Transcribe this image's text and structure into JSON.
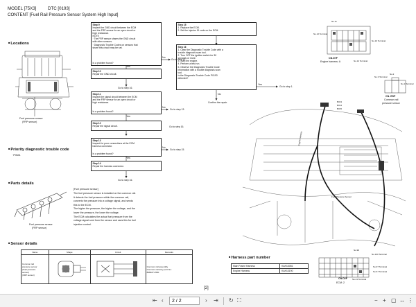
{
  "header": {
    "model": "MODEL [75X3]",
    "dtc": "DTC [0193]",
    "content": "CONTENT [Fuel Rail Pressure Sensor System High Input]"
  },
  "sections": {
    "locations": "Locations",
    "priority": "Priority diagnostic trouble code",
    "priority_code": "· P0641",
    "parts": "Parts details",
    "sensor": "Sensor details",
    "harness": "Harness part number"
  },
  "labels": {
    "fuel_sensor_loc": "Fuel pressure sensor",
    "fuel_sensor_loc2": "(FRP sensor)",
    "fuel_sensor_part": "Fuel pressure sensor",
    "fuel_sensor_part2": "(FRP sensor)",
    "page_number": "[2]",
    "cn_top_name": "CN.D7F",
    "cn_top_sub": "Engine harness: A",
    "cn_esp_name": "CN. ESP",
    "cn_esp_sub1": "Common rail",
    "cn_esp_sub2": "pressure sensor",
    "cn_ecm_name": "CN.D2F",
    "cn_ecm_sub": "ECM: 2",
    "term_no12": "No.12 Terminal",
    "term_no11": "No.11",
    "term_no10": "No.10 Terminal",
    "term_no14": "No.14 Terminal",
    "term_no3": "No.3 Terminal",
    "term_no2": "No.2",
    "term_no1": "No.1 Terminal",
    "term_no99": "No.99",
    "term_no100": "No.100 Terminal",
    "term_no97": "No.97 Terminal",
    "term_no67": "No.67 Terminal",
    "term_no41": "No.41 Terminal",
    "harness_engine": "Engine harness",
    "harness_rail": "Fuel Pressure Sensor",
    "harness_codes1": "B313",
    "harness_codes2": "B314",
    "harness_codes3": "B315"
  },
  "parts_text": {
    "title": "[Fuel pressure sensor]",
    "lines": [
      "The fuel pressure sensor is installed on the common rail.",
      "It detects the fuel pressure within the common rail,",
      "converts the pressure into a voltage signal, and sends",
      "this to the ECM.",
      "The higher the pressure, the higher the voltage, and the",
      "lower the pressure, the lower the voltage.",
      "The ECM calculates the actual fuel pressure from the",
      "voltage signal sent from the sensor and uses this for fuel",
      "injection control."
    ]
  },
  "flow": {
    "step9": {
      "title": "Step 9",
      "lines": [
        "Inspect the GND circuit between the ECM",
        "and the FRP sensor for an open circuit or",
        "high resistance.",
        "NOTE",
        "· The FRP sensor shares the GND circuit",
        "  with other sensors.",
        "· Diagnostic Trouble Codes on sensors that",
        "  share this circuit may be set."
      ],
      "q": "Is a problem found?"
    },
    "step10": {
      "title": "Step 10",
      "lines": [
        "Repair the GND circuit."
      ]
    },
    "step11": {
      "title": "Step 11",
      "lines": [
        "Inspect the signal circuit between the ECM",
        "and the FRP sensor for an open circuit or",
        "high resistance."
      ],
      "q": "Is a problem found?"
    },
    "step12": {
      "title": "Step 12",
      "lines": [
        "Repair the signal circuit."
      ]
    },
    "step13": {
      "title": "Step 13",
      "lines": [
        "Inspect for poor connections at the ECM",
        "harness connector."
      ],
      "q": "Is a problem found?"
    },
    "step14": {
      "title": "Step 14",
      "lines": [
        "Repair the harness connector."
      ]
    },
    "step15": {
      "title": "Step 15",
      "lines": [
        "1. Replace the ECM.",
        "2. Set the injector ID code on the ECM."
      ]
    },
    "step16": {
      "title": "Step 16",
      "lines": [
        "1. Clear the Diagnostic Trouble Code with a",
        "   trouble diagnosis scan tool.",
        "2. Turn OFF the ignition switch for 30",
        "   seconds or more.",
        "3. Start the engine.",
        "4. Perform a test run.",
        "5. Observe the Diagnostic Trouble Code",
        "   information with a trouble diagnosis scan",
        "   tool."
      ],
      "q1": "Is the Diagnostic Trouble Code P0193",
      "q2": "detected?"
    },
    "yes": "Yes",
    "no": "No",
    "go11": "Go to step 11.",
    "go16a": "Go to step 16.",
    "go13": "Go to step 13.",
    "go16b": "Go to step 16.",
    "go15": "Go to step 15.",
    "go16c": "Go to step 16.",
    "go1": "Go to step 1.",
    "confirm": "Confirm the repair."
  },
  "sensor_table": {
    "headers": [
      "Name",
      "Shape",
      "Circuit",
      "Remarks"
    ],
    "name": [
      "Common rail",
      "pressure sensor",
      "(Fuel pressure",
      "sensor)",
      "(FRP sensor)"
    ],
    "remarks": [
      "Common rail assembly",
      "Common rail assy part No.:",
      "898027-4560"
    ]
  },
  "harness_table": [
    {
      "name": "Main Frame Harness",
      "code": "KAH13081"
    },
    {
      "name": "Engine Harness",
      "code": "KAH13190"
    }
  ],
  "toolbar": {
    "page_value": "2 / 2"
  },
  "colors": {
    "toolbar_bg": "#f2f2f2",
    "text": "#111111"
  }
}
